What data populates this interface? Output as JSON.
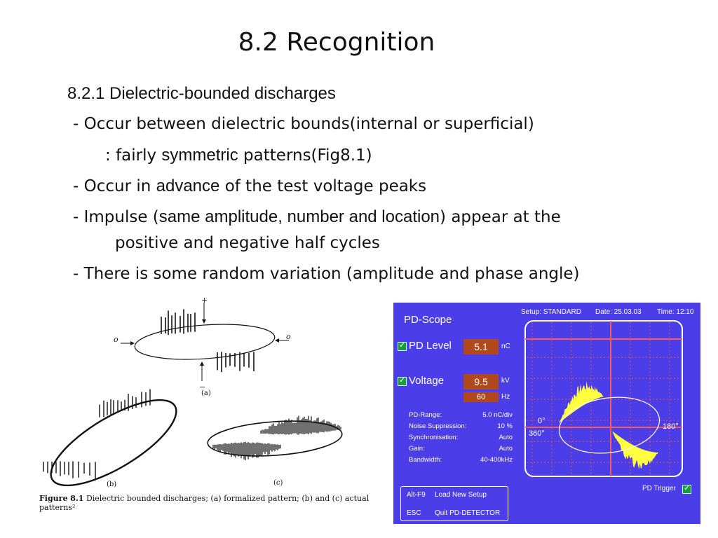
{
  "slide": {
    "title": "8.2 Recognition",
    "section": "8.2.1 Dielectric-bounded discharges",
    "lines": {
      "l1": "- Occur between dielectric bounds(internal or superficial)",
      "l2_pre": ":  fairly ",
      "l2_bold": "symmetric",
      "l2_post": " patterns(Fig8.1)",
      "l3_pre": "- Occur in ",
      "l3_bold": "advance",
      "l3_post": " of the test voltage peaks",
      "l4_pre": "- Impulse (",
      "l4_bold": "same amplitude, number and location",
      "l4_post": ") appear at the",
      "l4b": "positive and negative half cycles",
      "l5": "- There is some random variation (amplitude and phase angle)"
    }
  },
  "figure": {
    "label_a": "(a)",
    "label_b": "(b)",
    "label_c": "(c)",
    "plus": "+",
    "minus": "−",
    "o_left": "o",
    "o_right": "o",
    "caption_bold": "Figure 8.1",
    "caption_text": " Dielectric bounded discharges; (a) formalized pattern; (b) and (c) actual",
    "caption_text2": "patterns²"
  },
  "scope": {
    "title": "PD-Scope",
    "setup": "Setup: STANDARD",
    "date": "Date: 25.03.03",
    "time": "Time: 12:10",
    "pd_level_label": "PD Level",
    "pd_level_value": "5.1",
    "pd_level_unit": "nC",
    "voltage_label": "Voltage",
    "voltage_value": "9.5",
    "voltage_unit": "kV",
    "freq_value": "60",
    "freq_unit": "Hz",
    "params": [
      {
        "name": "PD-Range:",
        "value": "5.0 nC/div"
      },
      {
        "name": "Noise Suppression:",
        "value": "10 %"
      },
      {
        "name": "Synchronisation:",
        "value": "Auto"
      },
      {
        "name": "Gain:",
        "value": "Auto"
      },
      {
        "name": "Bandwidth:",
        "value": "40-400kHz"
      }
    ],
    "phase_0": "0°",
    "phase_360": "360°",
    "phase_180": "180°",
    "pd_trigger": "PD Trigger",
    "key1": "Alt-F9",
    "key1_action": "Load New Setup",
    "key2": "ESC",
    "key2_action": "Quit PD-DETECTOR",
    "colors": {
      "background": "#4b3ee8",
      "value_box": "#b04a1c",
      "grid": "#e64646",
      "pattern": "#ffff40"
    }
  }
}
